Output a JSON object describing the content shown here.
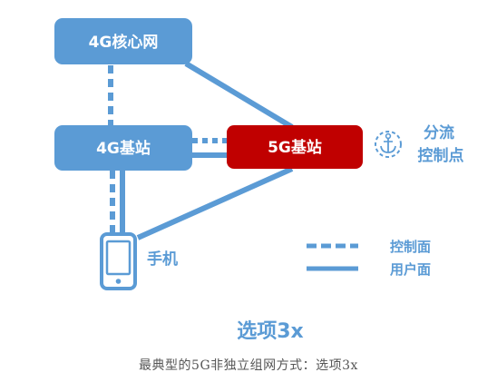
{
  "colors": {
    "blue": "#5b9bd5",
    "red": "#c00000",
    "white": "#ffffff",
    "caption_gray": "#555555"
  },
  "nodes": {
    "core_4g": "4G核心网",
    "enb_4g": "4G基站",
    "gnb_5g": "5G基站",
    "phone": "手机"
  },
  "split_point": {
    "icon": "anchor-icon",
    "line1": "分流",
    "line2": "控制点"
  },
  "legend": {
    "control_plane": "控制面",
    "user_plane": "用户面"
  },
  "option_title": "选项3x",
  "caption": "最典型的5G非独立组网方式：选项3x"
}
